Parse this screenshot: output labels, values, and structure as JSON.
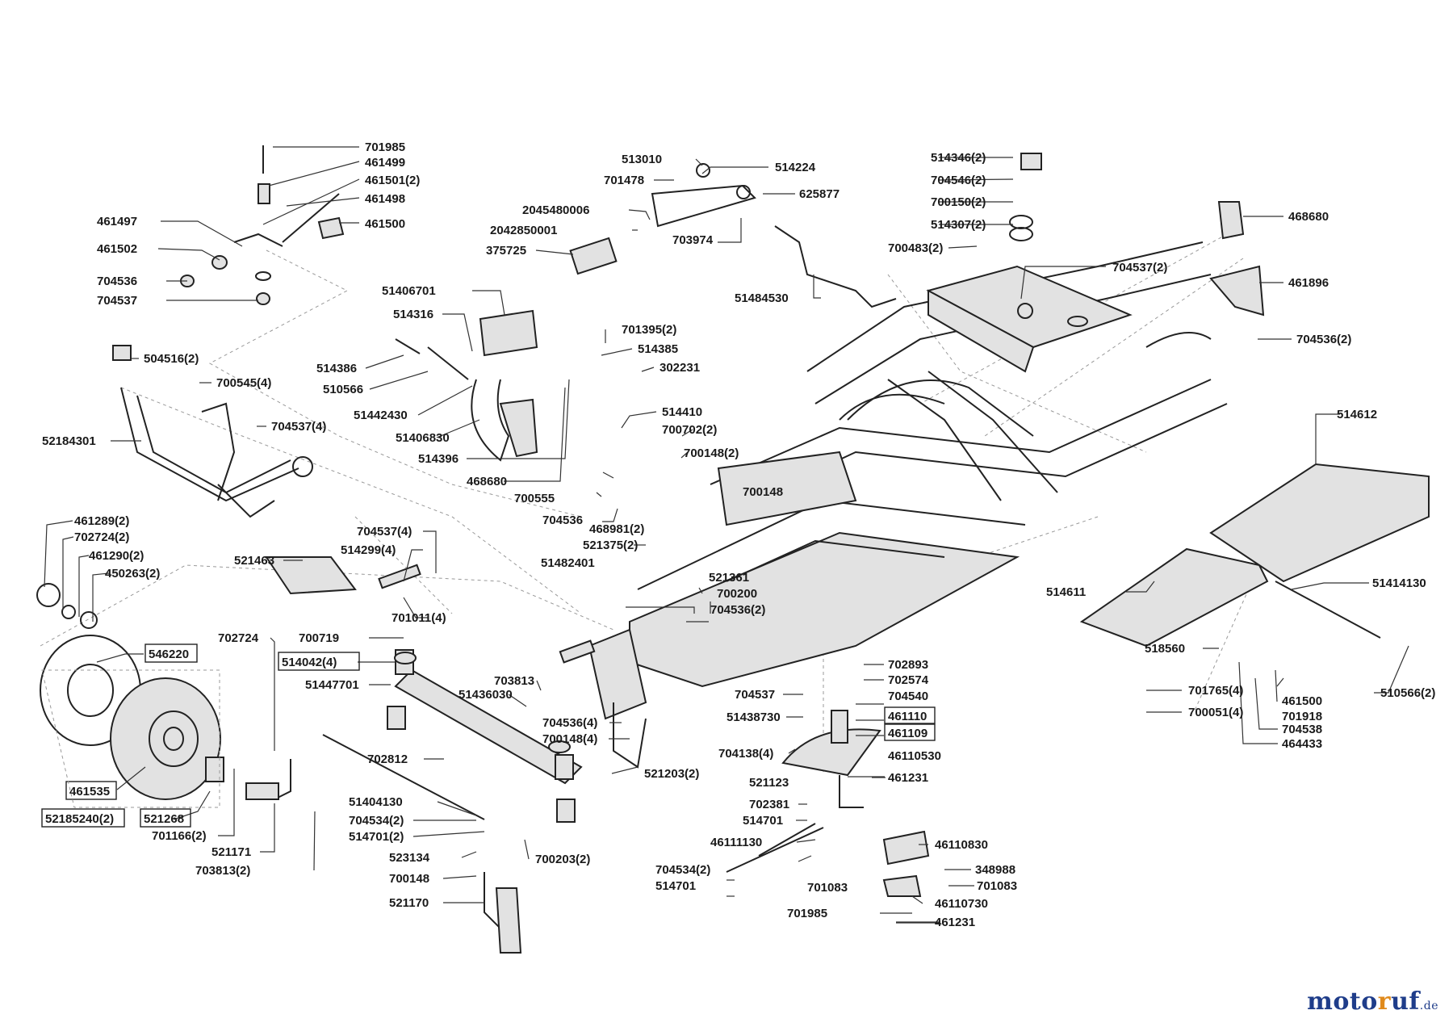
{
  "labels": {
    "l701985a": "701985",
    "l461499": "461499",
    "l461501": "461501(2)",
    "l461498": "461498",
    "l461497": "461497",
    "l461500a": "461500",
    "l461502": "461502",
    "l704536a": "704536",
    "l704537a": "704537",
    "l504516": "504516(2)",
    "l700545": "700545(4)",
    "l704537b": "704537(4)",
    "l52184301": "52184301",
    "l461289": "461289(2)",
    "l702724a": "702724(2)",
    "l461290": "461290(2)",
    "l450263": "450263(2)",
    "l546220": "546220",
    "l461535": "461535",
    "l52185240": "52185240(2)",
    "l521268": "521268",
    "l701166": "701166(2)",
    "l521171": "521171",
    "l703813a": "703813(2)",
    "l513010": "513010",
    "l514224": "514224",
    "l701478": "701478",
    "l625877": "625877",
    "l2045480006": "2045480006",
    "l2042850001": "2042850001",
    "l703974": "703974",
    "l375725": "375725",
    "l51484530": "51484530",
    "l51406701": "51406701",
    "l514316": "514316",
    "l514386": "514386",
    "l510566": "510566",
    "l51442430": "51442430",
    "l51406830": "51406830",
    "l514396": "514396",
    "l701395": "701395(2)",
    "l514385": "514385",
    "l302231": "302231",
    "l468680a": "468680",
    "l514410": "514410",
    "l700702": "700702(2)",
    "l700148a": "700148(2)",
    "l700148b": "700148",
    "l700555": "700555",
    "l704536b": "704536",
    "l468981": "468981(2)",
    "l521375": "521375(2)",
    "l51482401": "51482401",
    "l521361": "521361",
    "l700200": "700200",
    "l704536c": "704536(2)",
    "l521463": "521463",
    "l704537c": "704537(4)",
    "l514299": "514299(4)",
    "l701011": "701011(4)",
    "l702724b": "702724",
    "l700719": "700719",
    "l514042": "514042(4)",
    "l51447701": "51447701",
    "l703813b": "703813",
    "l51436030": "51436030",
    "l704536d": "704536(4)",
    "l700148c": "700148(4)",
    "l521203": "521203(2)",
    "l702812": "702812",
    "l51404130": "51404130",
    "l704534a": "704534(2)",
    "l514701a": "514701(2)",
    "l700203": "700203(2)",
    "l523134": "523134",
    "l700148d": "700148",
    "l521170": "521170",
    "l514346": "514346(2)",
    "l704546": "704546(2)",
    "l700150": "700150(2)",
    "l514307": "514307(2)",
    "l700483": "700483(2)",
    "l704537d": "704537(2)",
    "l468680b": "468680",
    "l461896": "461896",
    "l704536e": "704536(2)",
    "l514612": "514612",
    "l514611": "514611",
    "l51414130": "51414130",
    "l518560": "518560",
    "l461500b": "461500",
    "l701918": "701918",
    "l510566b": "510566(2)",
    "l701765": "701765(4)",
    "l700051": "700051(4)",
    "l704538": "704538",
    "l464433": "464433",
    "l702893": "702893",
    "l702574": "702574",
    "l704540": "704540",
    "l461110": "461110",
    "l461109": "461109",
    "l704537e": "704537",
    "l51438730": "51438730",
    "l704138": "704138(4)",
    "l46110530": "46110530",
    "l461231a": "461231",
    "l521123": "521123",
    "l702381": "702381",
    "l514701b": "514701",
    "l46111130": "46111130",
    "l46110830": "46110830",
    "l348988": "348988",
    "l704534b": "704534(2)",
    "l701083a": "701083",
    "l514701c": "514701",
    "l701083b": "701083",
    "l46110730": "46110730",
    "l701985b": "701985",
    "l461231b": "461231"
  },
  "logo": {
    "part1": "moto",
    "part2": "r",
    "part3": "uf",
    "part4": ".de"
  }
}
